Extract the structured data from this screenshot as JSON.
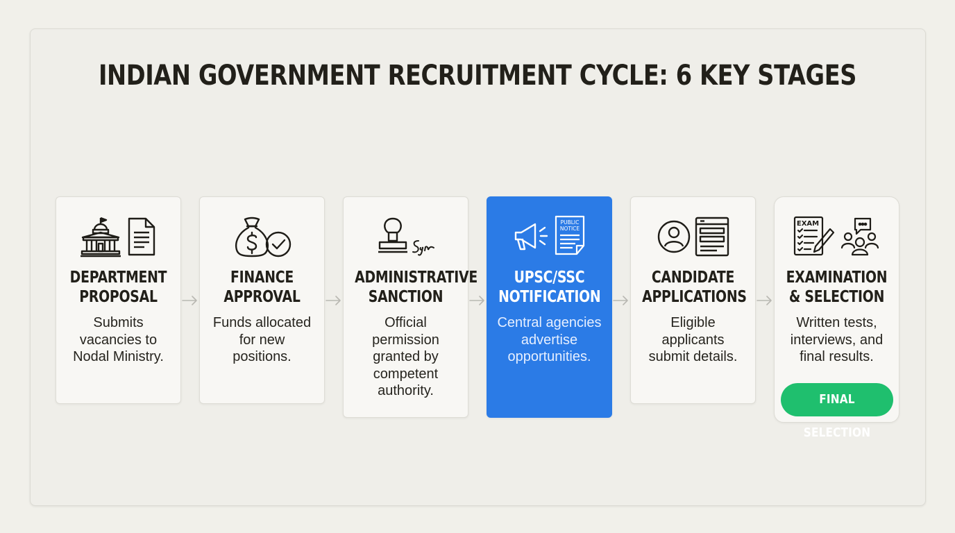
{
  "title": "INDIAN GOVERNMENT RECRUITMENT CYCLE: 6 KEY STAGES",
  "stages": [
    {
      "heading": "DEPARTMENT\nPROPOSAL",
      "description": "Submits\nvacancies to\nNodal Ministry.",
      "icons": [
        "government-building-icon",
        "document-icon"
      ]
    },
    {
      "heading": "FINANCE\nAPPROVAL",
      "description": "Funds allocated\nfor new\npositions.",
      "icons": [
        "money-bag-icon",
        "checkmark-circle-icon"
      ]
    },
    {
      "heading": "ADMINISTRATIVE\nSANCTION",
      "description": "Official\npermission\ngranted by\ncompetent\nauthority.",
      "icons": [
        "rubber-stamp-icon",
        "signature-icon"
      ]
    },
    {
      "heading": "UPSC/SSC\nNOTIFICATION",
      "description": "Central agencies\nadvertise\nopportunities.",
      "icons": [
        "megaphone-icon",
        "public-notice-icon"
      ],
      "notice_label_1": "PUBLIC",
      "notice_label_2": "NOTICE"
    },
    {
      "heading": "CANDIDATE\nAPPLICATIONS",
      "description": "Eligible\napplicants\nsubmit details.",
      "icons": [
        "user-profile-icon",
        "application-form-icon"
      ]
    },
    {
      "heading": "EXAMINATION\n& SELECTION",
      "description": "Written tests,\ninterviews, and\nfinal results.",
      "icons": [
        "exam-sheet-icon",
        "interview-group-icon"
      ],
      "exam_label": "EXAM",
      "badge": "FINAL SELECTION"
    }
  ],
  "colors": {
    "accent": "#2b7be6",
    "success": "#1fbf6e",
    "text": "#22201a"
  },
  "active_stage_index": 3
}
